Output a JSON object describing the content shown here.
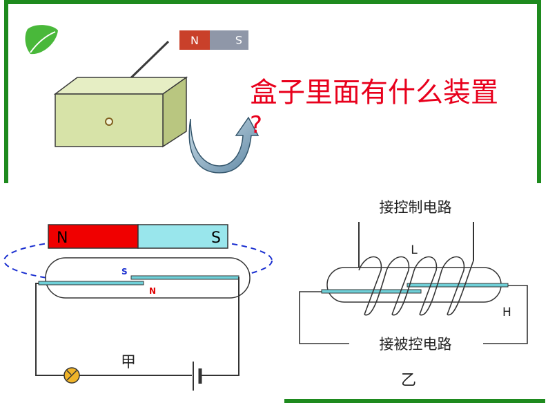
{
  "top_section": {
    "magnet_n": "N",
    "magnet_s": "S",
    "question": "盒子里面有什么装置",
    "question_mark": "?"
  },
  "diagram_jia": {
    "magnet_n": "N",
    "magnet_s": "S",
    "reed_s": "S",
    "reed_n": "N",
    "label": "甲"
  },
  "diagram_yi": {
    "control_circuit_label": "接控制电路",
    "controlled_circuit_label": "接被控电路",
    "coil_label": "L",
    "reed_label": "H",
    "label": "乙"
  },
  "colors": {
    "frame_green": "#1e8a1e",
    "magnet_red": "#f00000",
    "magnet_cyan": "#99e6ec",
    "reed_cyan": "#6fd0d8",
    "field_blue": "#1a2fd0",
    "box_face": "#d7e3a8",
    "question_red": "#e8001c"
  }
}
